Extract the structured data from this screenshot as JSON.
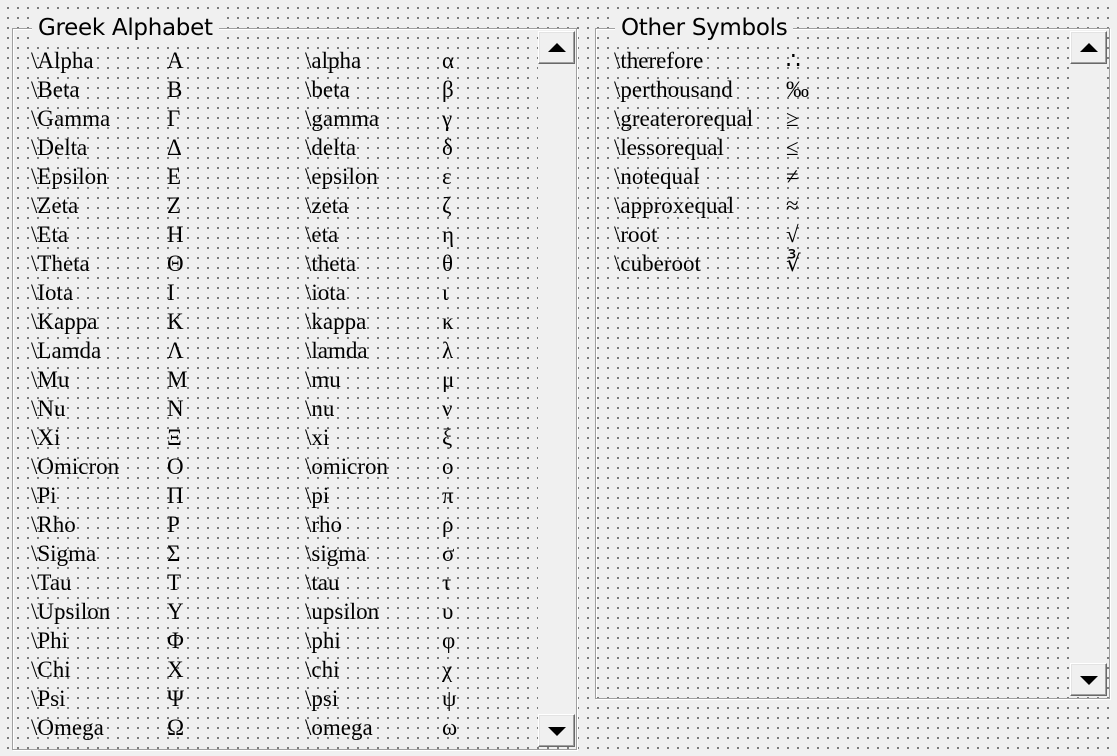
{
  "greek_panel": {
    "title": "Greek Alphabet",
    "rows": [
      {
        "cmd_upper": "\\Alpha",
        "sym_upper": "Α",
        "cmd_lower": "\\alpha",
        "sym_lower": "α"
      },
      {
        "cmd_upper": "\\Beta",
        "sym_upper": "Β",
        "cmd_lower": "\\beta",
        "sym_lower": "β"
      },
      {
        "cmd_upper": "\\Gamma",
        "sym_upper": "Γ",
        "cmd_lower": "\\gamma",
        "sym_lower": "γ"
      },
      {
        "cmd_upper": "\\Delta",
        "sym_upper": "Δ",
        "cmd_lower": "\\delta",
        "sym_lower": "δ"
      },
      {
        "cmd_upper": "\\Epsilon",
        "sym_upper": "Ε",
        "cmd_lower": "\\epsilon",
        "sym_lower": "ε"
      },
      {
        "cmd_upper": "\\Zeta",
        "sym_upper": "Ζ",
        "cmd_lower": "\\zeta",
        "sym_lower": "ζ"
      },
      {
        "cmd_upper": "\\Eta",
        "sym_upper": "Η",
        "cmd_lower": "\\eta",
        "sym_lower": "η"
      },
      {
        "cmd_upper": "\\Theta",
        "sym_upper": "Θ",
        "cmd_lower": "\\theta",
        "sym_lower": "θ"
      },
      {
        "cmd_upper": "\\Iota",
        "sym_upper": "Ι",
        "cmd_lower": "\\iota",
        "sym_lower": "ι"
      },
      {
        "cmd_upper": "\\Kappa",
        "sym_upper": "Κ",
        "cmd_lower": "\\kappa",
        "sym_lower": "κ"
      },
      {
        "cmd_upper": "\\Lamda",
        "sym_upper": "Λ",
        "cmd_lower": "\\lamda",
        "sym_lower": "λ"
      },
      {
        "cmd_upper": "\\Mu",
        "sym_upper": "Μ",
        "cmd_lower": "\\mu",
        "sym_lower": "μ"
      },
      {
        "cmd_upper": "\\Nu",
        "sym_upper": "Ν",
        "cmd_lower": "\\nu",
        "sym_lower": "ν"
      },
      {
        "cmd_upper": "\\Xi",
        "sym_upper": "Ξ",
        "cmd_lower": "\\xi",
        "sym_lower": "ξ"
      },
      {
        "cmd_upper": "\\Omicron",
        "sym_upper": "Ο",
        "cmd_lower": "\\omicron",
        "sym_lower": "ο"
      },
      {
        "cmd_upper": "\\Pi",
        "sym_upper": "Π",
        "cmd_lower": "\\pi",
        "sym_lower": "π"
      },
      {
        "cmd_upper": "\\Rho",
        "sym_upper": "Ρ",
        "cmd_lower": "\\rho",
        "sym_lower": "ρ"
      },
      {
        "cmd_upper": "\\Sigma",
        "sym_upper": "Σ",
        "cmd_lower": "\\sigma",
        "sym_lower": "σ"
      },
      {
        "cmd_upper": "\\Tau",
        "sym_upper": "Τ",
        "cmd_lower": "\\tau",
        "sym_lower": "τ"
      },
      {
        "cmd_upper": "\\Upsilon",
        "sym_upper": "Υ",
        "cmd_lower": "\\upsilon",
        "sym_lower": "υ"
      },
      {
        "cmd_upper": "\\Phi",
        "sym_upper": "Φ",
        "cmd_lower": "\\phi",
        "sym_lower": "φ"
      },
      {
        "cmd_upper": "\\Chi",
        "sym_upper": "Χ",
        "cmd_lower": "\\chi",
        "sym_lower": "χ"
      },
      {
        "cmd_upper": "\\Psi",
        "sym_upper": "Ψ",
        "cmd_lower": "\\psi",
        "sym_lower": "ψ"
      },
      {
        "cmd_upper": "\\Omega",
        "sym_upper": "Ω",
        "cmd_lower": "\\omega",
        "sym_lower": "ω"
      }
    ]
  },
  "symbols_panel": {
    "title": "Other Symbols",
    "rows": [
      {
        "cmd": "\\therefore",
        "sym": "∴"
      },
      {
        "cmd": "\\perthousand",
        "sym": "‰"
      },
      {
        "cmd": "\\greaterorequal",
        "sym": "≥"
      },
      {
        "cmd": "\\lessorequal",
        "sym": "≤"
      },
      {
        "cmd": "\\notequal",
        "sym": "≠"
      },
      {
        "cmd": "\\approxequal",
        "sym": "≈"
      },
      {
        "cmd": "\\root",
        "sym": "√"
      },
      {
        "cmd": "\\cuberoot",
        "sym": "∛"
      }
    ]
  },
  "scrollbar_icons": {
    "up": "scroll-up-arrow-icon",
    "down": "scroll-down-arrow-icon"
  }
}
